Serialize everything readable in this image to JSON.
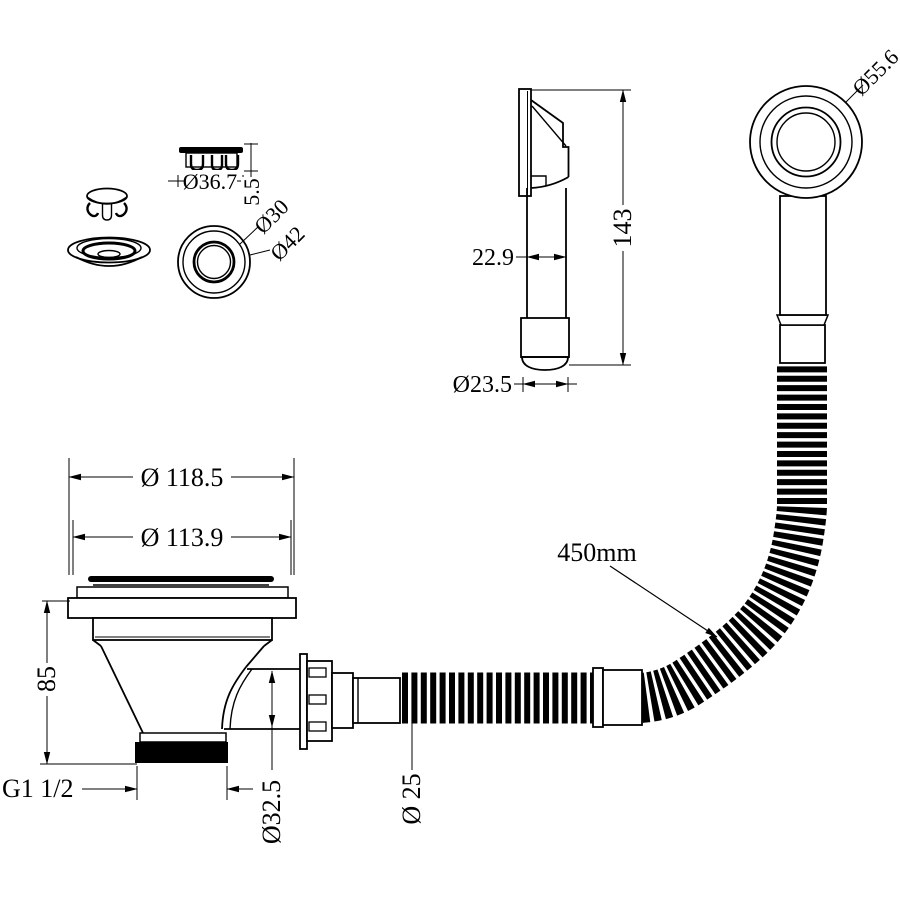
{
  "drawing": {
    "type": "technical-drawing",
    "subject": "kitchen sink strainer drain with overflow kit",
    "colors": {
      "line": "#000000",
      "background": "#ffffff"
    }
  },
  "dims": {
    "flange_outer": "Ø 118.5",
    "flange_inner": "Ø 113.9",
    "body_height": "85",
    "thread_size": "G1 1/2",
    "outlet_dia": "Ø32.5",
    "hose_dia": "Ø 25",
    "hose_length": "450mm",
    "overflow_face_dia": "Ø55.6",
    "overflow_tube_width": "22.9",
    "overflow_height": "143",
    "overflow_outlet_dia": "Ø23.5",
    "cover_flange_dia": "Ø36.7",
    "cover_flange_height": "5.5",
    "trim_ring_inner_dia": "Ø30",
    "trim_ring_outer_dia": "Ø42"
  }
}
